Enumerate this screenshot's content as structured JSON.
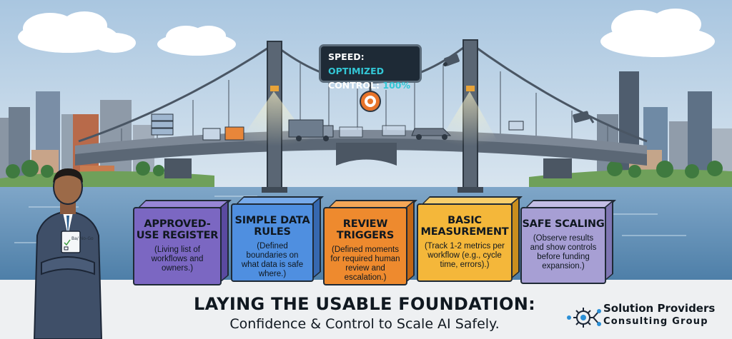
{
  "hud": {
    "speed_label": "SPEED:",
    "speed_value": "OPTIMIZED",
    "control_label": "CONTROL:",
    "control_value": "100%"
  },
  "blocks": [
    {
      "title": "APPROVED-USE REGISTER",
      "desc": "(Living list of workflows and owners.)"
    },
    {
      "title": "SIMPLE DATA RULES",
      "desc": "(Defined boundaries on what data is safe where.)"
    },
    {
      "title": "REVIEW TRIGGERS",
      "desc": "(Defined moments for required human review and escalation.)"
    },
    {
      "title": "BASIC MEASUREMENT",
      "desc": "(Track 1-2 metrics per workflow (e.g., cycle time, errors).)"
    },
    {
      "title": "SAFE SCALING",
      "desc": "(Observe results and show controls before funding expansion.)"
    }
  ],
  "headline": "LAYING THE USABLE FOUNDATION:",
  "subheadline": "Confidence & Control to Scale AI Safely.",
  "brand": {
    "name": "Solution Providers",
    "tagline": "Consulting Group"
  },
  "badge": "Ba/ No-Go",
  "colors": {
    "register": "#7b67c2",
    "data_rules": "#4f8fe0",
    "review": "#ee8a2e",
    "measurement": "#f4b73a",
    "scaling": "#a79fd4",
    "hud_accent": "#33c7d6"
  }
}
